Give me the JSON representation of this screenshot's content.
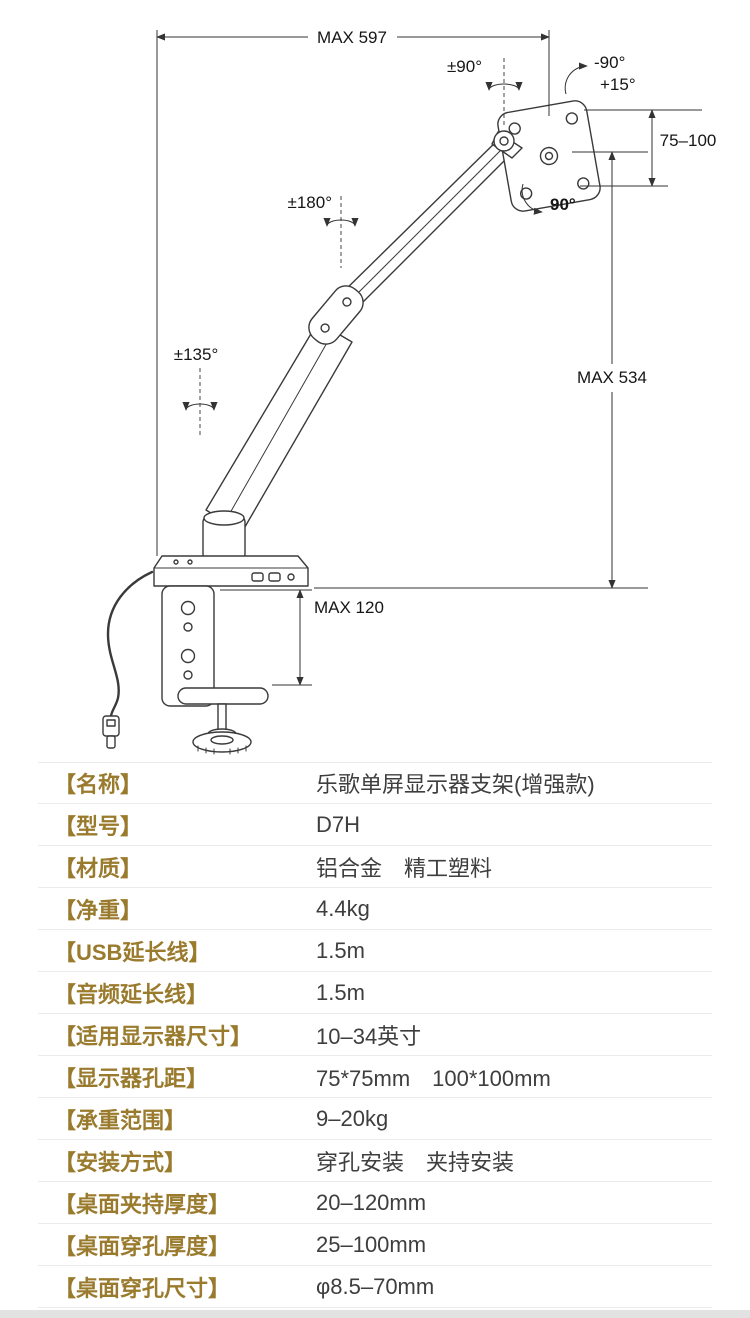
{
  "diagram": {
    "labels": {
      "max597": "MAX 597",
      "rot_top": "±90°",
      "tilt_neg": "-90°",
      "tilt_pos": "+15°",
      "vesa_range": "75–100",
      "rot_mid": "±180°",
      "rot_plate": "90°",
      "max534": "MAX 534",
      "rot_base": "±135°",
      "max120": "MAX 120"
    }
  },
  "spec_table": {
    "rows": [
      {
        "label": "【名称】",
        "value": "乐歌单屏显示器支架(增强款)"
      },
      {
        "label": "【型号】",
        "value": "D7H"
      },
      {
        "label": "【材质】",
        "value": "铝合金　精工塑料"
      },
      {
        "label": "【净重】",
        "value": "4.4kg"
      },
      {
        "label": "【USB延长线】",
        "value": "1.5m"
      },
      {
        "label": "【音频延长线】",
        "value": "1.5m"
      },
      {
        "label": "【适用显示器尺寸】",
        "value": "10–34英寸"
      },
      {
        "label": "【显示器孔距】",
        "value": "75*75mm　100*100mm"
      },
      {
        "label": "【承重范围】",
        "value": "9–20kg"
      },
      {
        "label": "【安装方式】",
        "value": "穿孔安装　夹持安装"
      },
      {
        "label": "【桌面夹持厚度】",
        "value": "20–120mm"
      },
      {
        "label": "【桌面穿孔厚度】",
        "value": "25–100mm"
      },
      {
        "label": "【桌面穿孔尺寸】",
        "value": "φ8.5–70mm"
      }
    ]
  }
}
